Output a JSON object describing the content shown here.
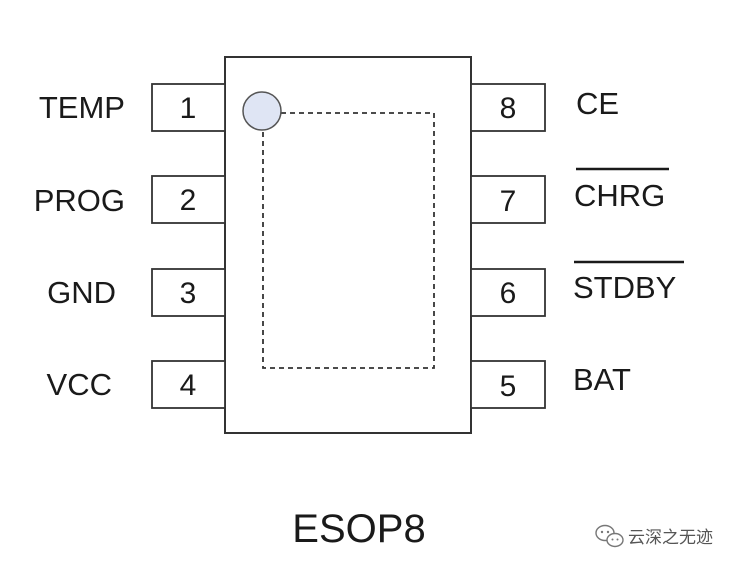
{
  "package": {
    "name": "ESOP8"
  },
  "pins": [
    {
      "number": "1",
      "label": "TEMP",
      "overline": false
    },
    {
      "number": "2",
      "label": "PROG",
      "overline": false
    },
    {
      "number": "3",
      "label": "GND",
      "overline": false
    },
    {
      "number": "4",
      "label": "VCC",
      "overline": false
    },
    {
      "number": "5",
      "label": "BAT",
      "overline": false
    },
    {
      "number": "6",
      "label": "STDBY",
      "overline": true
    },
    {
      "number": "7",
      "label": "CHRG",
      "overline": true
    },
    {
      "number": "8",
      "label": "CE",
      "overline": false
    }
  ],
  "watermark": {
    "text": "云深之无迹",
    "icon": "wechat-icon"
  }
}
